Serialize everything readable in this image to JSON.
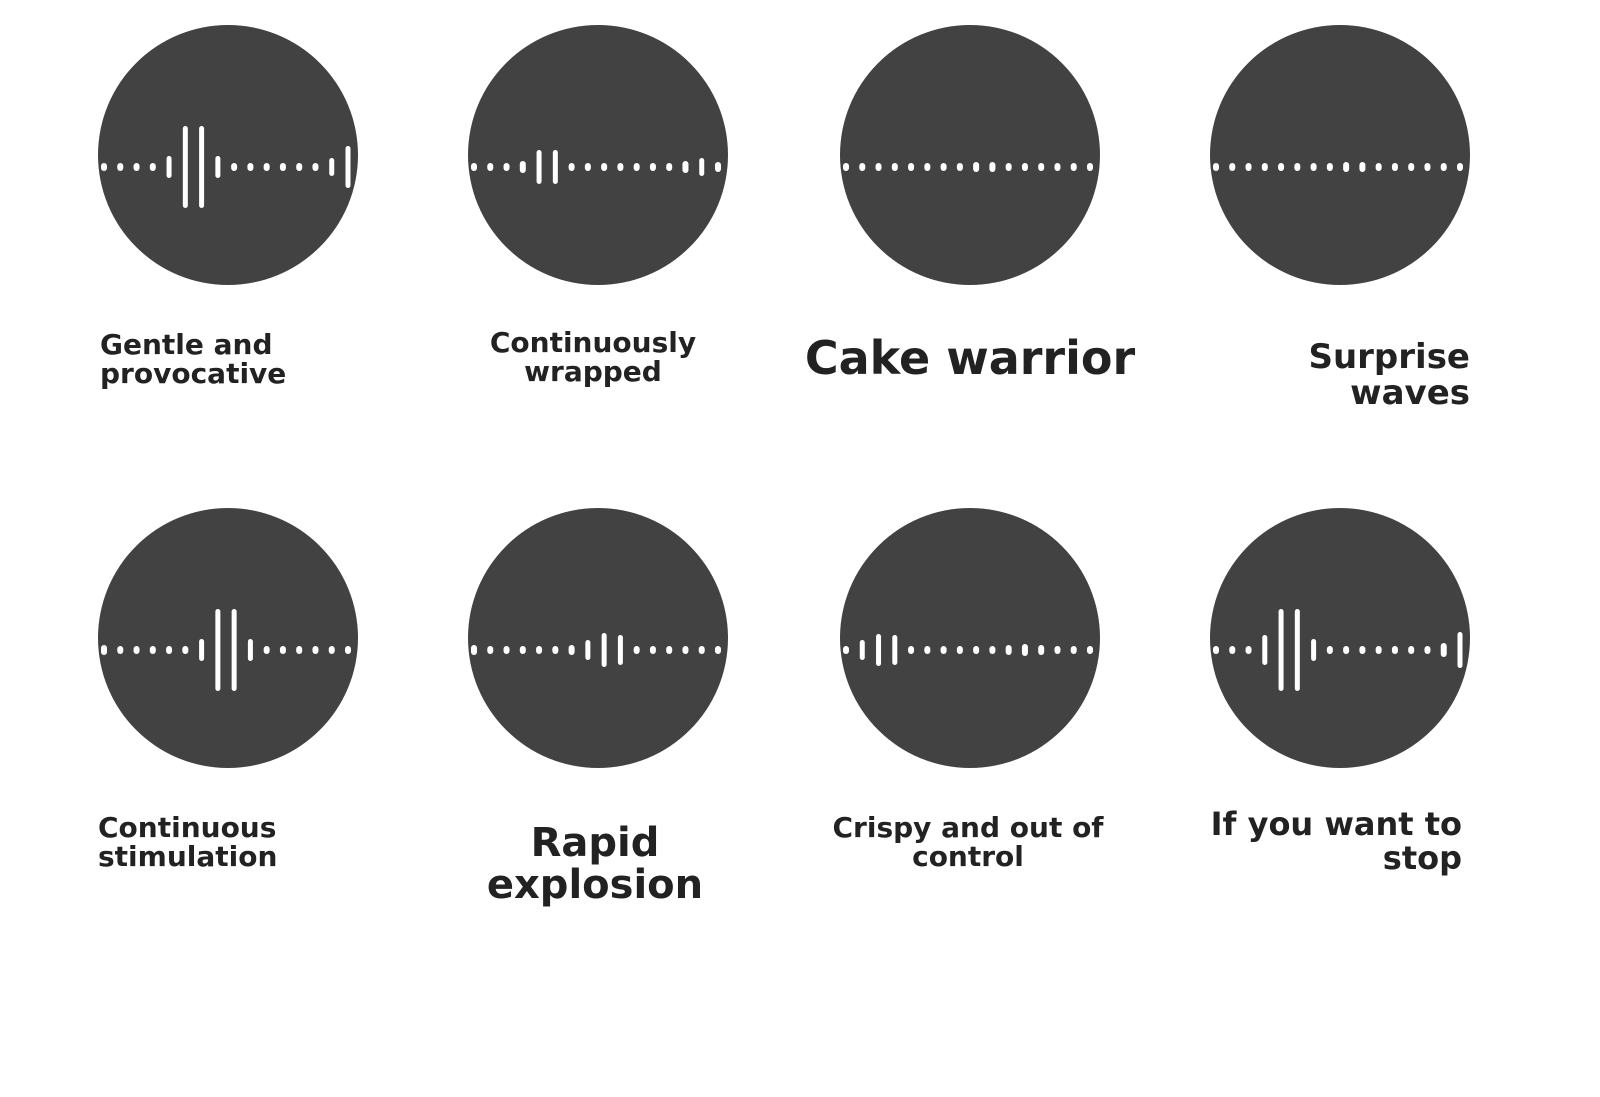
{
  "colors": {
    "background": "#ffffff",
    "circle": "#424242",
    "wave": "#ffffff",
    "text": "#222222"
  },
  "modes": [
    {
      "name": "Gentle and provocative",
      "lines": [
        "Gentle and",
        "provocative"
      ],
      "wave": [
        0.06,
        0.04,
        0.04,
        0.04,
        0.22,
        0.82,
        0.82,
        0.22,
        0.04,
        0.08,
        0.08,
        0.08,
        0.08,
        0.08,
        0.18,
        0.42
      ]
    },
    {
      "name": "Continuously wrapped",
      "lines": [
        "Continuously",
        "wrapped"
      ],
      "wave": [
        0.08,
        0.08,
        0.08,
        0.12,
        0.34,
        0.34,
        0.08,
        0.06,
        0.06,
        0.06,
        0.06,
        0.06,
        0.06,
        0.12,
        0.18,
        0.1
      ]
    },
    {
      "name": "Cake warrior",
      "lines": [
        "Cake warrior"
      ],
      "wave": [
        0.04,
        0.04,
        0.06,
        0.06,
        0.06,
        0.06,
        0.08,
        0.08,
        0.1,
        0.1,
        0.08,
        0.06,
        0.06,
        0.06,
        0.06,
        0.06
      ]
    },
    {
      "name": "Surprise waves",
      "lines": [
        "Surprise waves"
      ],
      "wave": [
        0.04,
        0.04,
        0.06,
        0.06,
        0.06,
        0.06,
        0.08,
        0.08,
        0.1,
        0.1,
        0.08,
        0.06,
        0.06,
        0.06,
        0.06,
        0.06
      ]
    },
    {
      "name": "Continuous stimulation",
      "lines": [
        "Continuous",
        "stimulation"
      ],
      "wave": [
        0.1,
        0.06,
        0.06,
        0.06,
        0.06,
        0.06,
        0.22,
        0.82,
        0.82,
        0.22,
        0.06,
        0.06,
        0.06,
        0.08,
        0.08,
        0.08
      ]
    },
    {
      "name": "Rapid explosion",
      "lines": [
        "Rapid explosion"
      ],
      "wave": [
        0.1,
        0.06,
        0.06,
        0.06,
        0.06,
        0.08,
        0.1,
        0.2,
        0.34,
        0.3,
        0.08,
        0.06,
        0.06,
        0.06,
        0.06,
        0.08
      ]
    },
    {
      "name": "Crispy and out of control",
      "lines": [
        "Crispy and out of",
        "control"
      ],
      "wave": [
        0.08,
        0.2,
        0.32,
        0.3,
        0.08,
        0.06,
        0.06,
        0.06,
        0.06,
        0.06,
        0.1,
        0.12,
        0.1,
        0.08,
        0.08,
        0.06
      ]
    },
    {
      "name": "If you want to stop",
      "lines": [
        "If you want to",
        "stop"
      ],
      "wave": [
        0.04,
        0.06,
        0.06,
        0.3,
        0.82,
        0.82,
        0.22,
        0.08,
        0.08,
        0.08,
        0.08,
        0.08,
        0.08,
        0.08,
        0.14,
        0.36
      ]
    }
  ]
}
